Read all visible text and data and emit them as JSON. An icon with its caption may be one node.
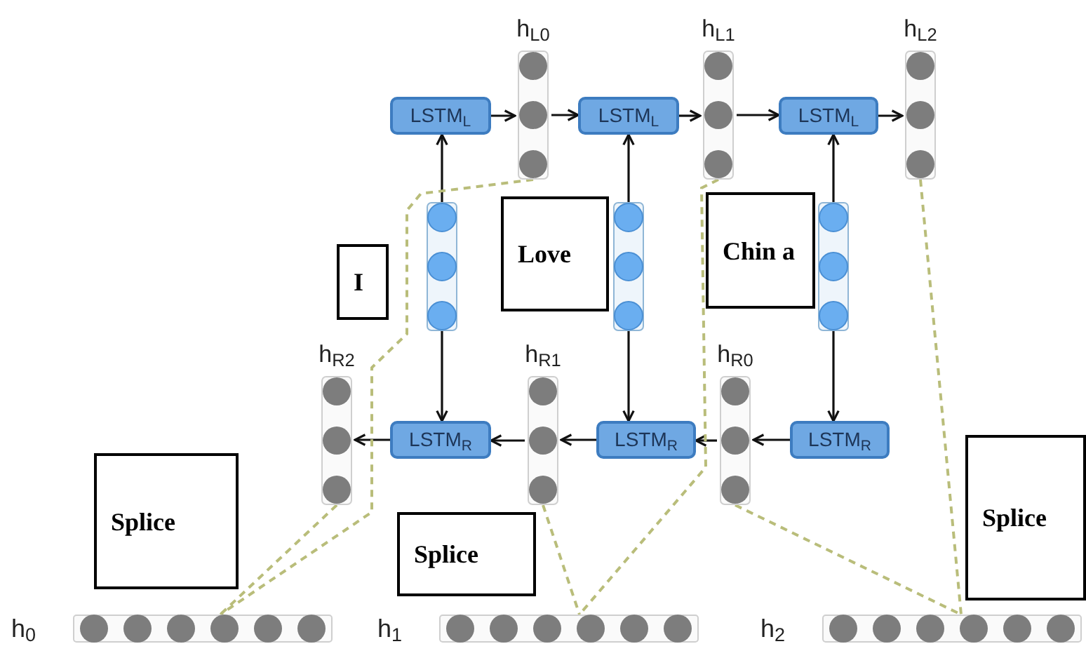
{
  "diagram": {
    "nodes": [
      {
        "text": [
          "LSTM$_{L}$"
        ]
      },
      {
        "text": [
          "h$_{L0}$"
        ]
      },
      {
        "text": [
          "LSTM$_{L}$"
        ]
      },
      {
        "text": [
          "h$_{L1}$"
        ]
      },
      {
        "text": [
          "LSTM$_{L}$"
        ]
      },
      {
        "text": [
          "h$_{L2}$"
        ]
      },
      {
        "text": [],
        "shape": "bar"
      },
      {
        "text": [],
        "shape": "bar"
      },
      {
        "text": [],
        "shape": "bar"
      },
      {
        "text": [
          "h$_{R2}$"
        ]
      },
      {
        "text": [
          "LSTM$_{R}$"
        ]
      },
      {
        "text": [
          "h$_{R1}$"
        ]
      },
      {
        "text": [
          "LSTM$_{R}$"
        ]
      },
      {
        "text": [
          "h$_{R0}$"
        ]
      },
      {
        "text": [
          "LSTM$_{R}$"
        ]
      },
      {
        "text": [
          "h$_{0}$"
        ]
      },
      {
        "text": [
          "h$_{1}$"
        ]
      },
      {
        "text": [
          "h$_{2}$"
        ]
      },
      {
        "text": [
          "I"
        ]
      },
      {
        "text": [
          "Love"
        ]
      },
      {
        "text": [
          "Chin a"
        ]
      },
      {
        "text": [
          "Splice"
        ]
      },
      {
        "text": [
          "Splice"
        ]
      },
      {
        "text": [
          "Splice"
        ]
      }
    ],
    "edges": [
      {
        "from": 6,
        "to": 0,
        "arrow": "to"
      },
      {
        "from": 0,
        "to": 1,
        "arrow": "to"
      },
      {
        "from": 1,
        "to": 2,
        "arrow": "to"
      },
      {
        "from": 7,
        "to": 2,
        "arrow": "to"
      },
      {
        "from": 2,
        "to": 3,
        "arrow": "to"
      },
      {
        "from": 3,
        "to": 4,
        "arrow": "to"
      },
      {
        "from": 8,
        "to": 4,
        "arrow": "to"
      },
      {
        "from": 4,
        "to": 5,
        "arrow": "to"
      },
      {
        "from": 6,
        "to": 10,
        "arrow": "to"
      },
      {
        "from": 7,
        "to": 12,
        "arrow": "to"
      },
      {
        "from": 8,
        "to": 14,
        "arrow": "to"
      },
      {
        "from": 14,
        "to": 13,
        "arrow": "to"
      },
      {
        "from": 13,
        "to": 12,
        "arrow": "to"
      },
      {
        "from": 12,
        "to": 11,
        "arrow": "to"
      },
      {
        "from": 11,
        "to": 10,
        "arrow": "to"
      },
      {
        "from": 10,
        "to": 9,
        "arrow": "to"
      },
      {
        "from": 1,
        "to": 15,
        "arrow": "none",
        "style": "dashed",
        "color": "#b9bd7a"
      },
      {
        "from": 9,
        "to": 15,
        "arrow": "none",
        "style": "dashed",
        "color": "#b9bd7a"
      },
      {
        "from": 3,
        "to": 16,
        "arrow": "none",
        "style": "dashed",
        "color": "#b9bd7a"
      },
      {
        "from": 11,
        "to": 16,
        "arrow": "none",
        "style": "dashed",
        "color": "#b9bd7a"
      },
      {
        "from": 13,
        "to": 17,
        "arrow": "none",
        "style": "dashed",
        "color": "#b9bd7a"
      },
      {
        "from": 5,
        "to": 17,
        "arrow": "none",
        "style": "dashed",
        "color": "#b9bd7a"
      }
    ]
  }
}
